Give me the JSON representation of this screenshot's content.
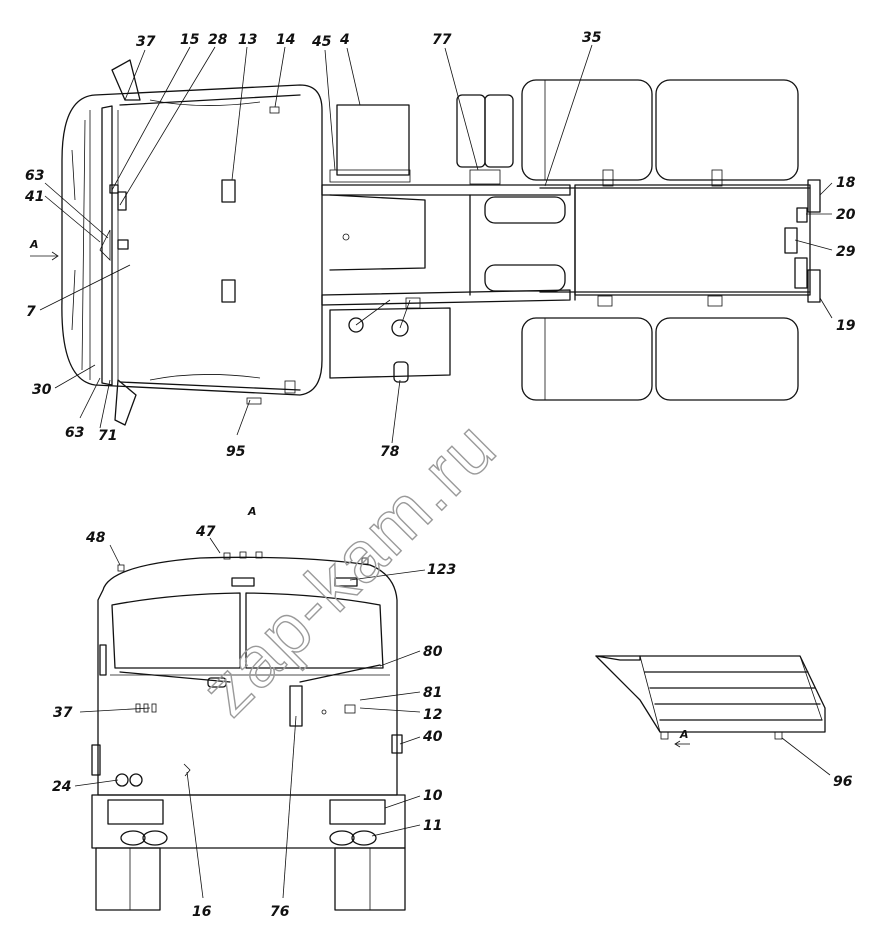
{
  "watermark": "zap-kam.ru",
  "view_marker": "А",
  "callouts": {
    "c37a": "37",
    "c15": "15",
    "c28": "28",
    "c13": "13",
    "c14": "14",
    "c45": "45",
    "c4": "4",
    "c77": "77",
    "c35": "35",
    "c18": "18",
    "c20": "20",
    "c29": "29",
    "c19": "19",
    "c63a": "63",
    "c41": "41",
    "c7": "7",
    "c30": "30",
    "c63b": "63",
    "c71": "71",
    "c95": "95",
    "c78": "78",
    "c48": "48",
    "c47": "47",
    "c123": "123",
    "c80": "80",
    "c81": "81",
    "c12": "12",
    "c37b": "37",
    "c40": "40",
    "c24": "24",
    "c10": "10",
    "c11": "11",
    "c16": "16",
    "c76": "76",
    "c96": "96"
  }
}
